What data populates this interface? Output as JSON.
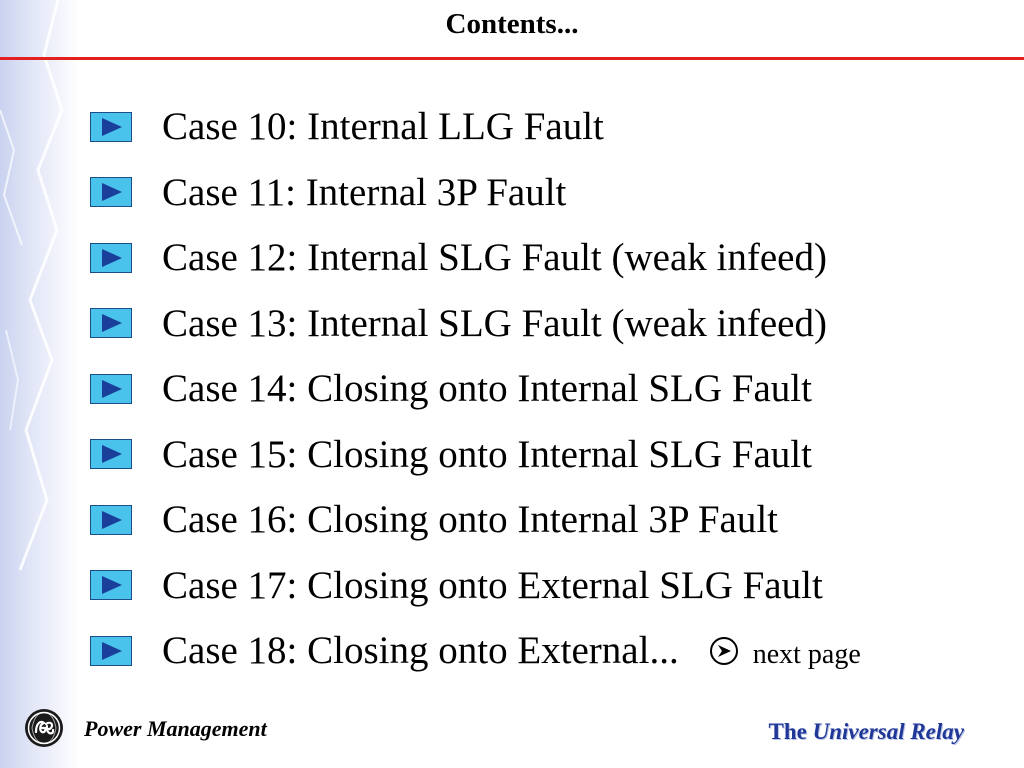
{
  "title": "Contents...",
  "cases": [
    {
      "label": "Case 10: Internal LLG Fault"
    },
    {
      "label": "Case 11: Internal 3P Fault"
    },
    {
      "label": "Case 12: Internal SLG Fault (weak infeed)"
    },
    {
      "label": "Case 13: Internal SLG Fault (weak infeed)"
    },
    {
      "label": "Case 14: Closing onto Internal SLG Fault"
    },
    {
      "label": "Case 15: Closing onto Internal SLG Fault"
    },
    {
      "label": "Case 16: Closing onto Internal 3P Fault"
    },
    {
      "label": "Case 17: Closing onto External SLG Fault"
    },
    {
      "label": "Case 18: Closing onto External..."
    }
  ],
  "next_page": {
    "icon": "arrow-circle-icon",
    "label": "next page"
  },
  "footer": {
    "division": "Power Management",
    "product_prefix": "The",
    "product_name": "Universal Relay",
    "logo": "ge-logo"
  },
  "colors": {
    "title_rule": "#e41f1f",
    "bullet_fill": "#49c2ec",
    "bullet_arrow": "#1a3f9a",
    "product_text": "#1f3796"
  }
}
